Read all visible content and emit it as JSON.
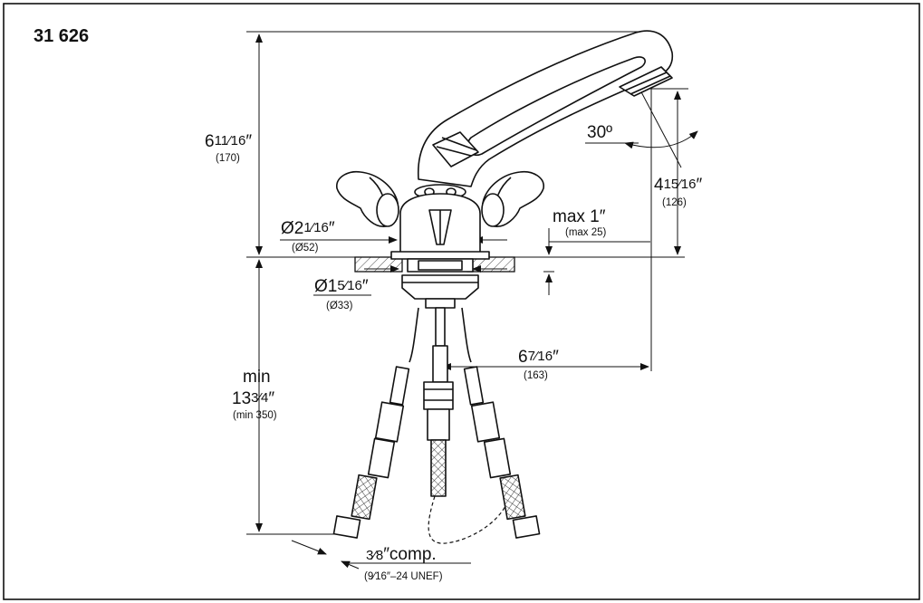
{
  "model_number": "31 626",
  "dimensions": {
    "height_total": {
      "whole": "6",
      "frac": "11⁄16",
      "tail": "″",
      "metric": "(170)"
    },
    "spout_height": {
      "whole": "4",
      "frac": "15⁄16",
      "tail": "″",
      "metric": "(126)"
    },
    "angle": "30º",
    "base_diameter": {
      "whole": "Ø2",
      "frac": "1⁄16",
      "tail": "″",
      "metric": "(Ø52)"
    },
    "max_thickness": {
      "text": "max 1″",
      "metric": "(max 25)"
    },
    "hole_diameter": {
      "whole": "Ø1",
      "frac": "5⁄16",
      "tail": "″",
      "metric": "(Ø33)"
    },
    "reach": {
      "whole": "6",
      "frac": "7⁄16",
      "tail": "″",
      "metric": "(163)"
    },
    "min_hose_length": {
      "prefix": "min",
      "whole": "13",
      "frac": "3⁄4",
      "tail": "″",
      "metric": "(min 350)"
    },
    "connection": {
      "frac": "3⁄8",
      "tail": "″comp.",
      "metric": "(9⁄16″–24 UNEF)"
    }
  },
  "colors": {
    "line": "#1a1a1a",
    "hatch": "#444444",
    "fill": "#ffffff",
    "shade": "#d4d4d4"
  }
}
